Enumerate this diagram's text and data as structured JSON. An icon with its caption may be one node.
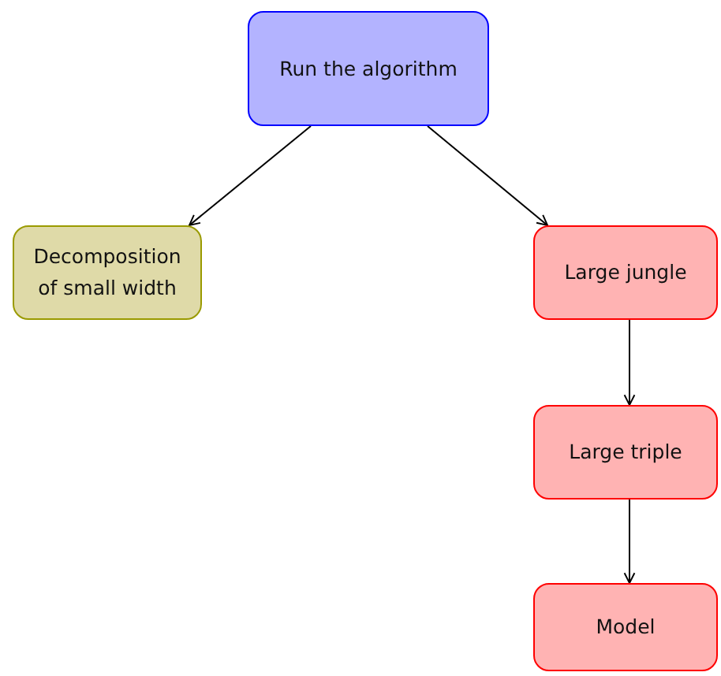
{
  "diagram": {
    "nodes": [
      {
        "text": [
          "Run the algorithm"
        ]
      },
      {
        "text": [
          "Decomposition of small width"
        ]
      },
      {
        "text": [
          "Large jungle"
        ]
      },
      {
        "text": [
          "Large triple"
        ]
      },
      {
        "text": [
          "Model"
        ]
      }
    ],
    "edges": [
      {
        "from": 0,
        "to": 1,
        "arrow": "to"
      },
      {
        "from": 0,
        "to": 2,
        "arrow": "to"
      },
      {
        "from": 2,
        "to": 3,
        "arrow": "to"
      },
      {
        "from": 3,
        "to": 4,
        "arrow": "to"
      }
    ]
  }
}
